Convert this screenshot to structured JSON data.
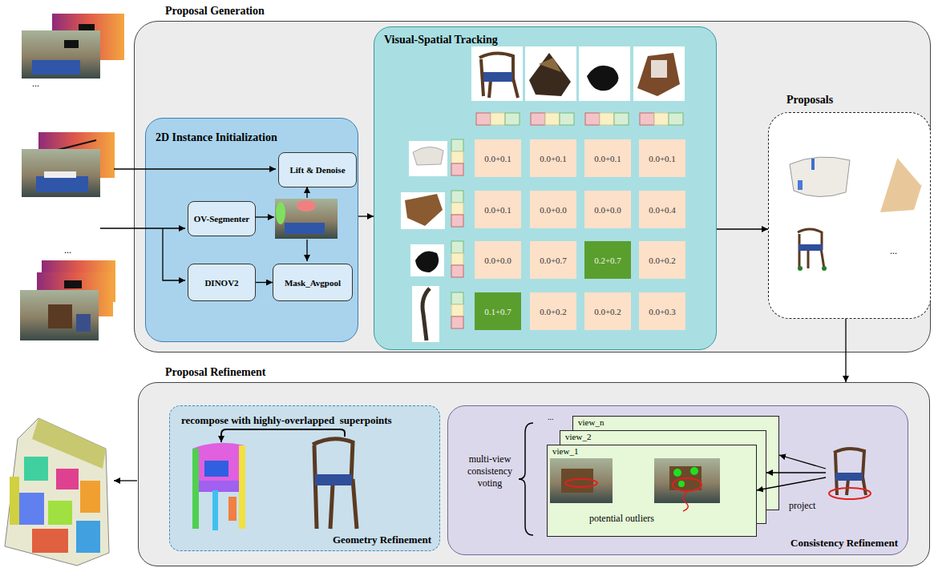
{
  "diagram": {
    "nodes": [
      {
        "text": [
          "Proposal Generation"
        ]
      },
      {
        "text": [
          "2D Instance Initialization"
        ],
        "in": 0
      },
      {
        "text": [
          "Lift & Denoise"
        ],
        "in": 1
      },
      {
        "text": [
          "OV-Segmenter"
        ],
        "in": 1
      },
      {
        "text": [
          "DINOV2"
        ],
        "in": 1
      },
      {
        "text": [
          "Mask_Avgpool"
        ],
        "in": 1
      },
      {
        "text": [
          "Visual-Spatial Tracking"
        ],
        "in": 0
      },
      {
        "text": [
          "Proposals"
        ]
      },
      {
        "text": [
          "Proposal Refinement"
        ]
      },
      {
        "text": [
          "recompose with highly-overlapped  superpoints",
          "Geometry Refinement"
        ],
        "in": 8
      },
      {
        "text": [
          "Consistency Refinement"
        ],
        "in": 8
      },
      {
        "text": [
          "view_n"
        ],
        "in": 10
      },
      {
        "text": [
          "view_2"
        ],
        "in": 10
      },
      {
        "text": [
          "view_1",
          "potential outliers"
        ],
        "in": 10
      }
    ],
    "edges": [
      {
        "from": 4,
        "to": 5,
        "arrow": "to"
      },
      {
        "from": 1,
        "to": 6,
        "arrow": "to"
      },
      {
        "from": 6,
        "to": 7,
        "arrow": "to"
      },
      {
        "from": 7,
        "to": 8,
        "arrow": "to"
      }
    ],
    "labels": [
      "...",
      "...",
      "0.0+0.1",
      "0.0+0.1",
      "0.0+0.1",
      "0.0+0.1",
      "0.0+0.1",
      "0.0+0.0",
      "0.0+0.0",
      "0.0+0.4",
      "0.0+0.0",
      "0.0+0.7",
      "0.2+0.7",
      "0.0+0.2",
      "0.1+0.7",
      "0.0+0.2",
      "0.0+0.2",
      "0.0+0.3",
      "...",
      "multi-view consistency voting",
      "...",
      "project"
    ]
  }
}
